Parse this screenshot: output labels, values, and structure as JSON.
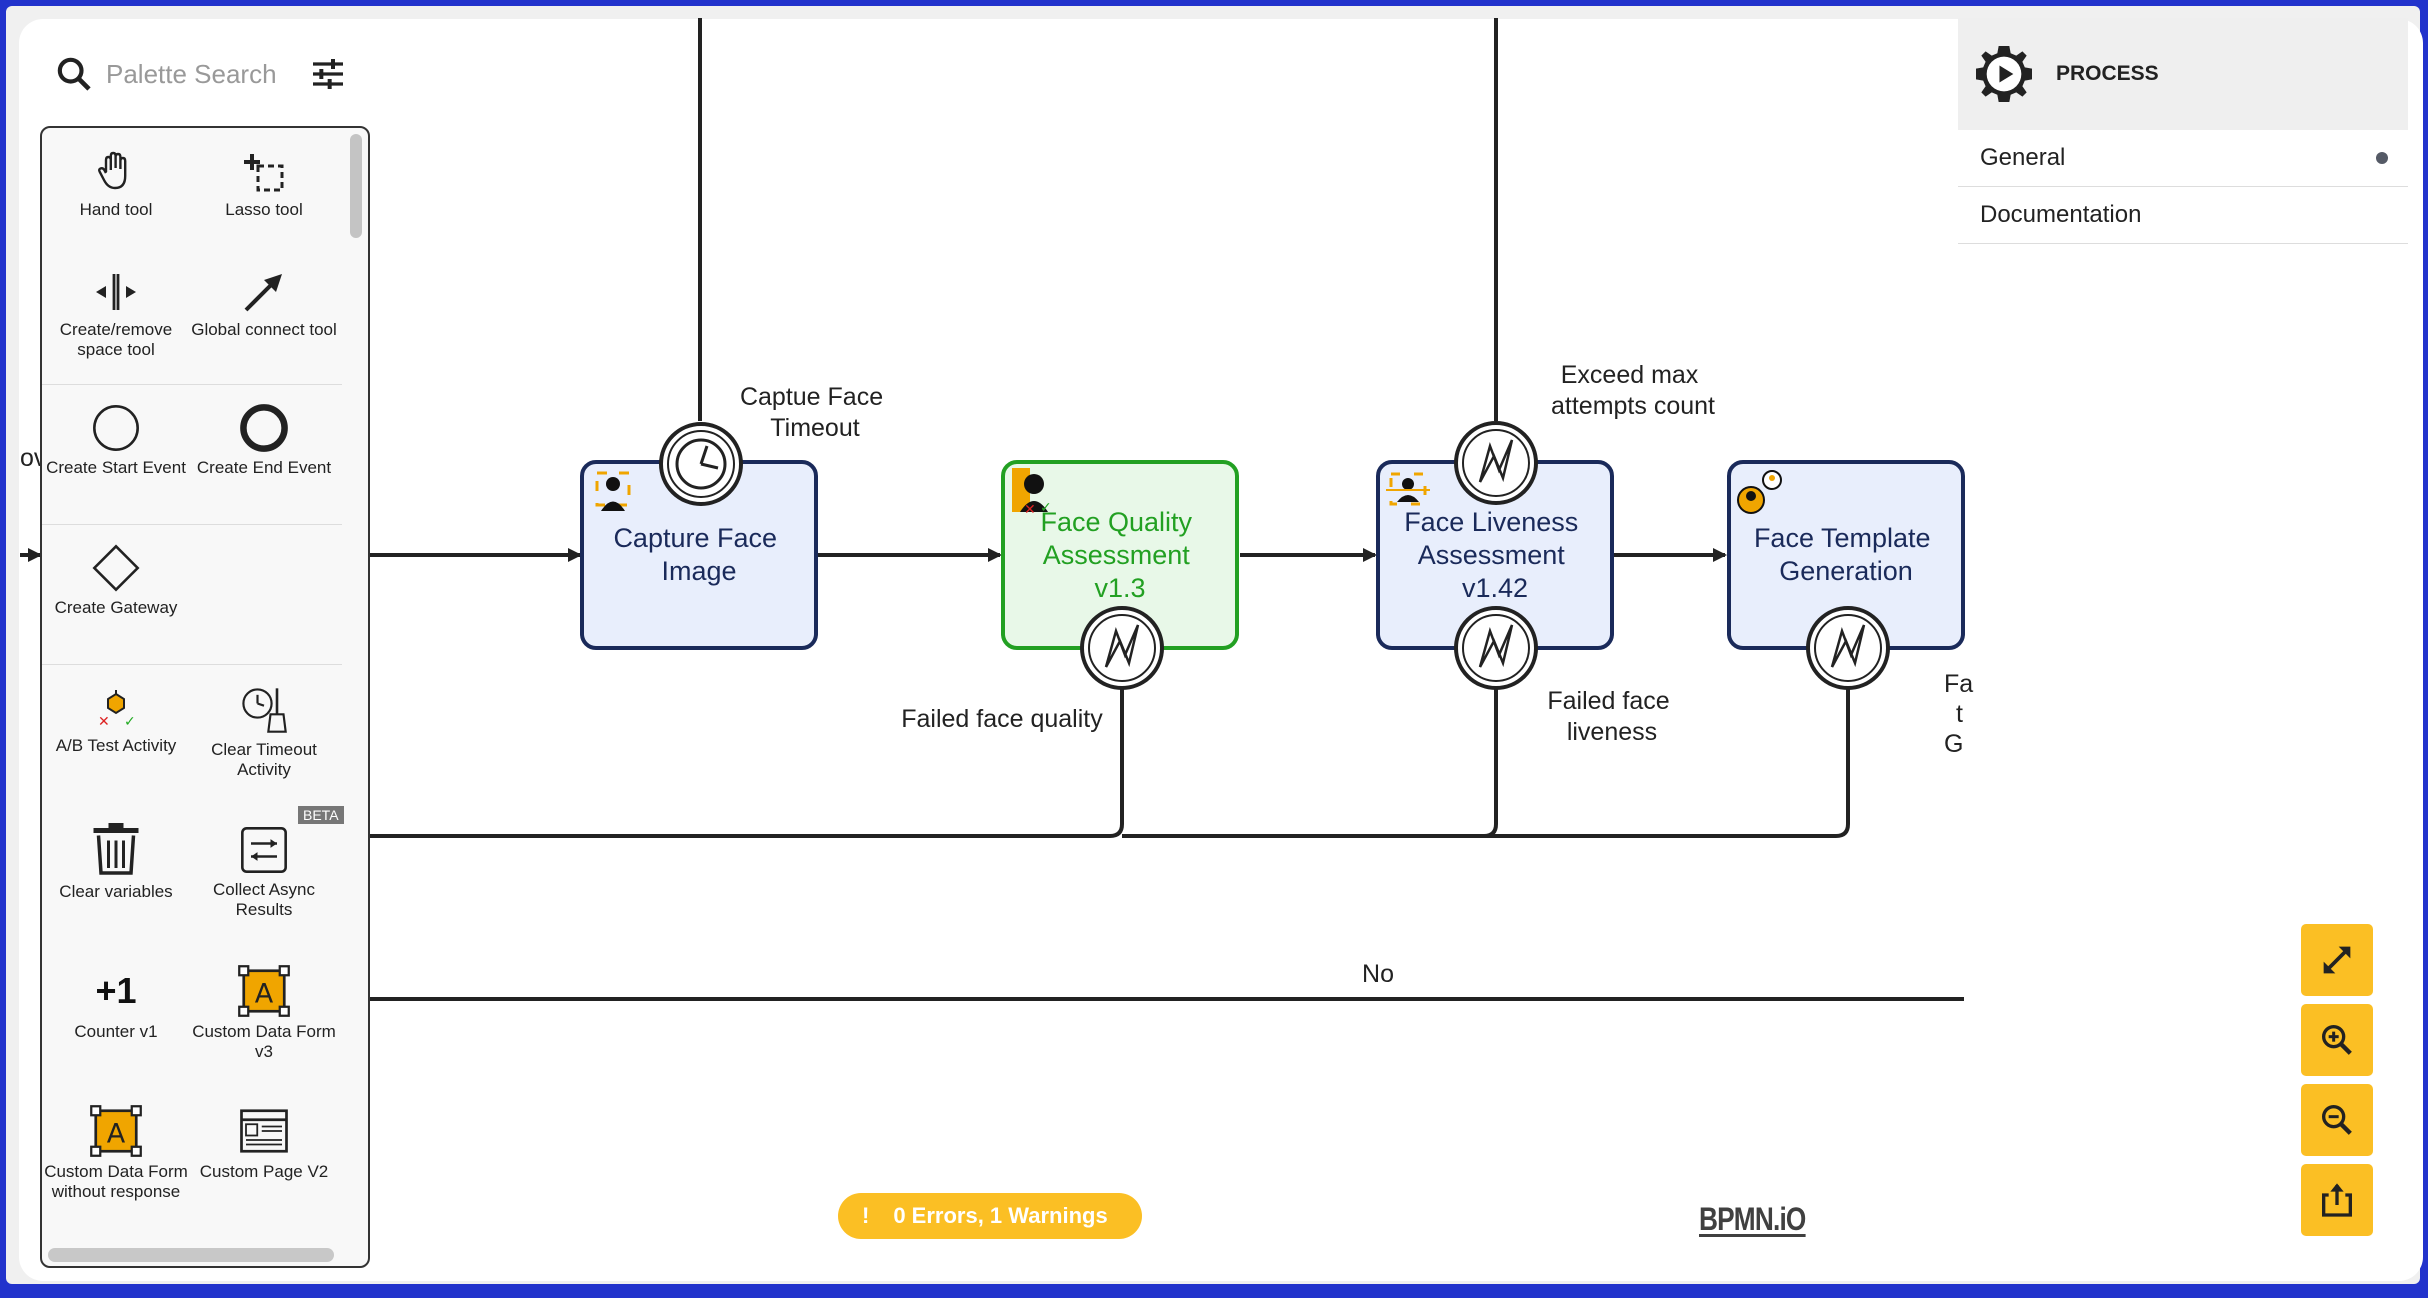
{
  "palette": {
    "search_placeholder": "Palette Search",
    "tools": [
      {
        "label": "Hand tool",
        "icon": "hand-icon"
      },
      {
        "label": "Lasso tool",
        "icon": "lasso-icon"
      },
      {
        "label": "Create/remove space tool",
        "icon": "space-tool-icon"
      },
      {
        "label": "Global connect tool",
        "icon": "connect-arrow-icon"
      },
      {
        "label": "Create Start Event",
        "icon": "start-event-icon"
      },
      {
        "label": "Create End Event",
        "icon": "end-event-icon"
      },
      {
        "label": "Create Gateway",
        "icon": "gateway-icon"
      },
      {
        "label": "A/B Test Activity",
        "icon": "ab-test-icon"
      },
      {
        "label": "Clear Timeout Activity",
        "icon": "clear-timeout-icon"
      },
      {
        "label": "Clear variables",
        "icon": "trash-icon"
      },
      {
        "label": "Collect Async Results",
        "icon": "collect-async-icon",
        "badge": "BETA"
      },
      {
        "label": "Counter v1",
        "icon": "counter-icon"
      },
      {
        "label": "Custom Data Form v3",
        "icon": "custom-form-icon"
      },
      {
        "label": "Custom Data Form without response",
        "icon": "custom-form-icon"
      },
      {
        "label": "Custom Page V2",
        "icon": "custom-page-icon"
      }
    ],
    "counter_glyph": "+1"
  },
  "properties": {
    "title": "PROCESS",
    "groups": [
      {
        "label": "General",
        "has_dot": true
      },
      {
        "label": "Documentation",
        "has_dot": false
      }
    ]
  },
  "diagram": {
    "tasks": [
      {
        "lines": [
          "Capture Face",
          "Image"
        ],
        "color": "#1a2a5a"
      },
      {
        "lines": [
          "Face Quality",
          "Assessment",
          "v1.3"
        ],
        "color": "#22a022"
      },
      {
        "lines": [
          "Face Liveness",
          "Assessment",
          "v1.42"
        ],
        "color": "#1a2a5a"
      },
      {
        "lines": [
          "Face Template",
          "Generation"
        ],
        "color": "#1a2a5a"
      }
    ],
    "labels": {
      "timeout": [
        "Captue Face",
        "Timeout"
      ],
      "exceed": [
        "Exceed max",
        "attempts count"
      ],
      "failed_quality": "Failed face quality",
      "failed_liveness": [
        "Failed face",
        "liveness"
      ],
      "no": "No",
      "cut_right": [
        "Fa",
        "t",
        "G"
      ],
      "cut_left": "ov"
    }
  },
  "status": {
    "text": "0 Errors, 1 Warnings"
  },
  "watermark": "BPMN.iO",
  "controls": [
    "fit-viewport-icon",
    "zoom-in-icon",
    "zoom-out-icon",
    "export-icon"
  ]
}
